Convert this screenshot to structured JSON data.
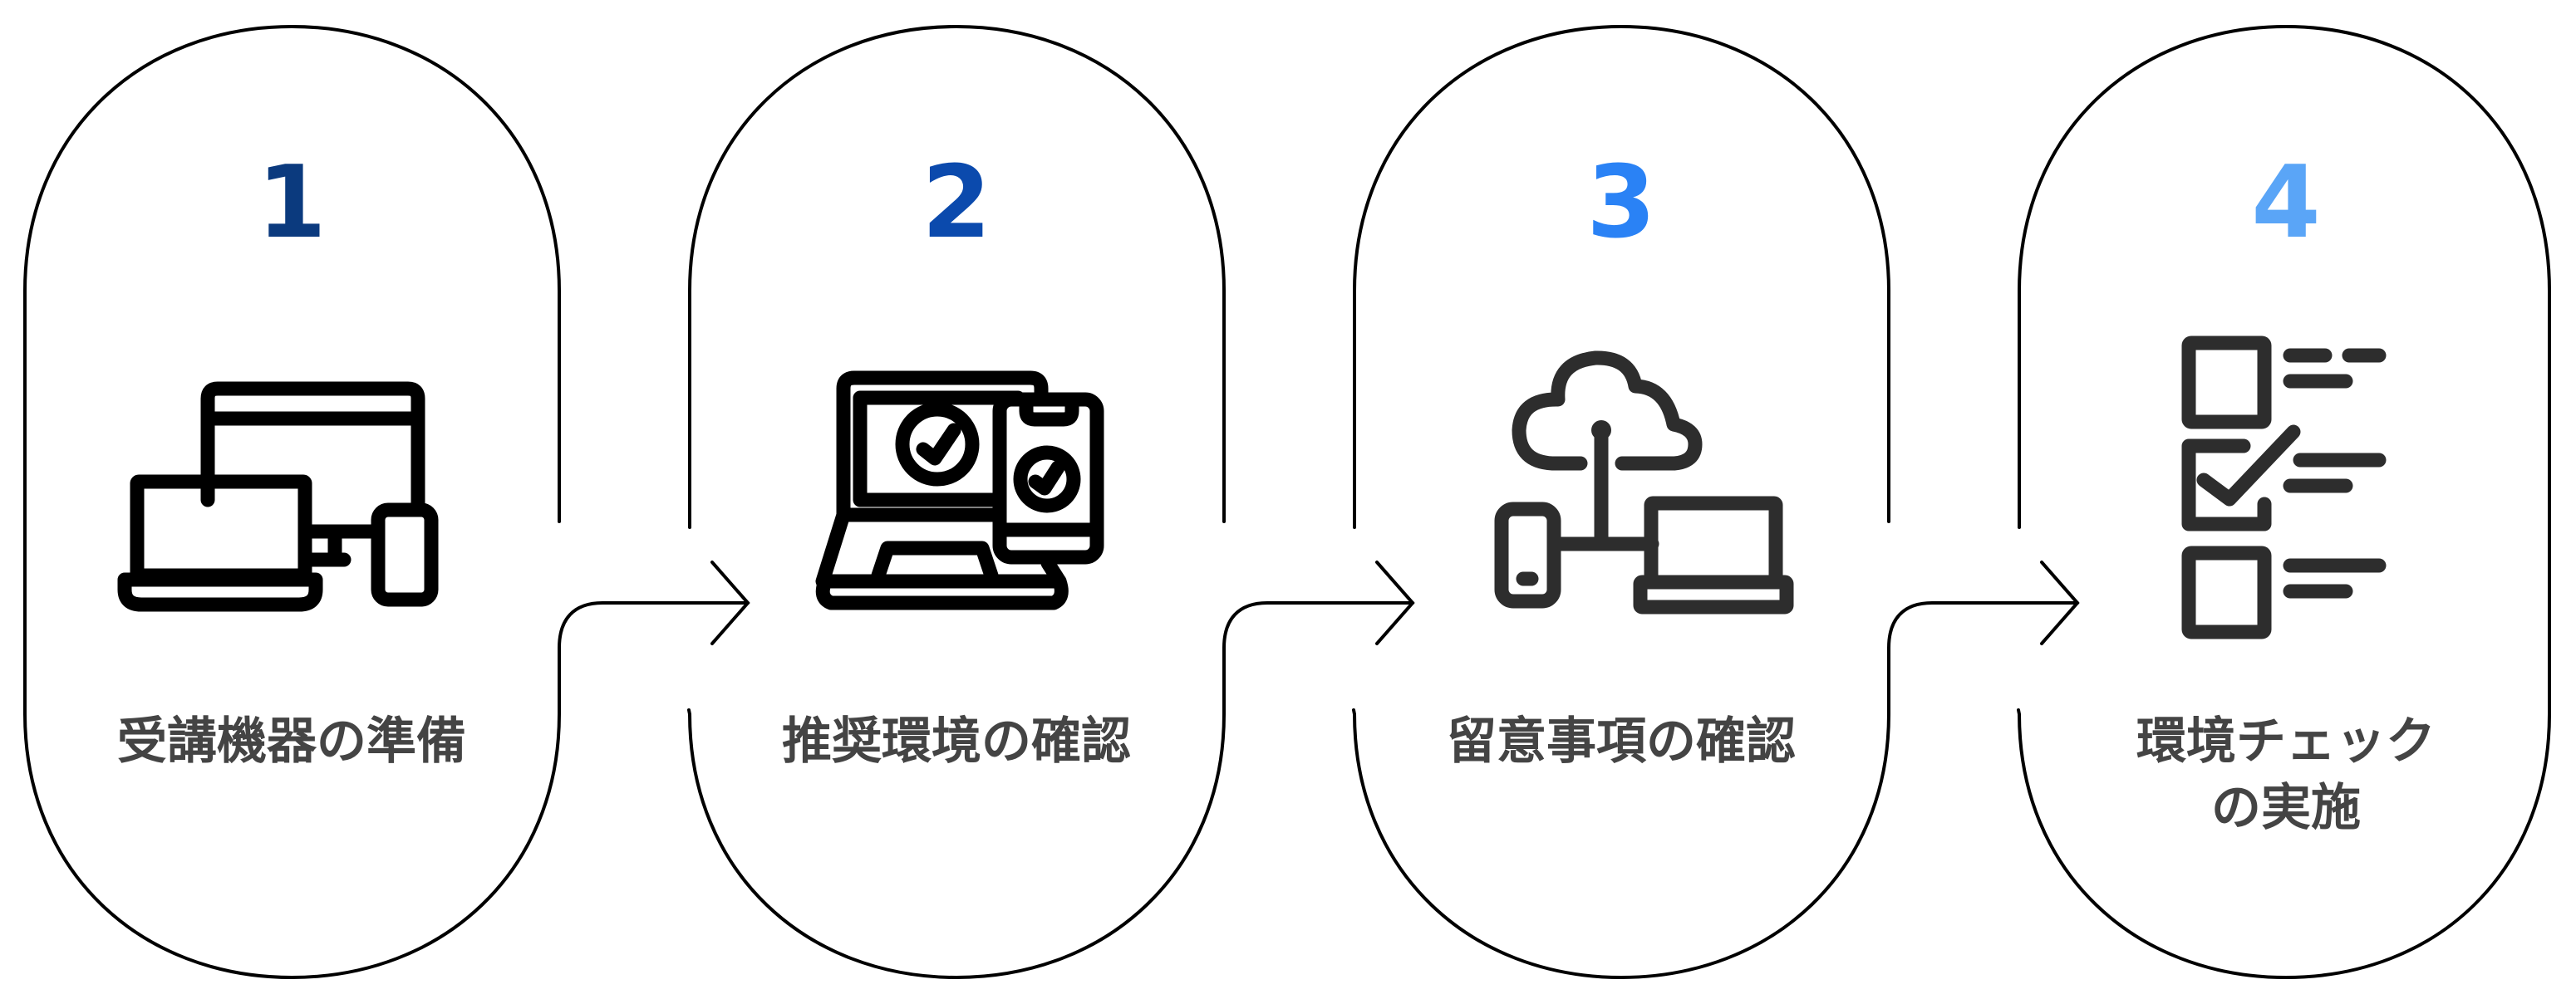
{
  "title": "受講環境準備フロー",
  "colors": {
    "outline": "#000000",
    "label_text": "#444444",
    "icon": "#2d2d2d"
  },
  "steps": [
    {
      "number": "1",
      "number_color": "#0b3a7e",
      "label_lines": [
        "受講機器の準備"
      ],
      "icon": "devices-icon"
    },
    {
      "number": "2",
      "number_color": "#0b4aad",
      "label_lines": [
        "推奨環境の確認"
      ],
      "icon": "laptop-phone-check-icon"
    },
    {
      "number": "3",
      "number_color": "#2a82f5",
      "label_lines": [
        "留意事項の確認"
      ],
      "icon": "cloud-network-icon"
    },
    {
      "number": "4",
      "number_color": "#5aa5f7",
      "label_lines": [
        "環境チェック",
        "の実施"
      ],
      "icon": "checklist-icon"
    }
  ],
  "connectors": [
    {
      "from": "1",
      "to": "2",
      "icon": "arrow-right-icon"
    },
    {
      "from": "2",
      "to": "3",
      "icon": "arrow-right-icon"
    },
    {
      "from": "3",
      "to": "4",
      "icon": "arrow-right-icon"
    }
  ]
}
